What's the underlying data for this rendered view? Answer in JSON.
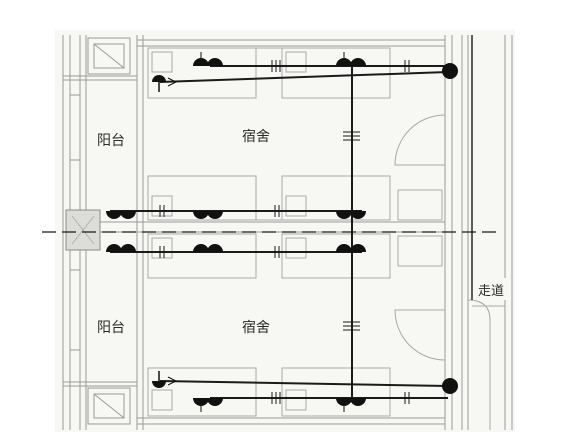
{
  "labels": {
    "balcony_top": "阳台",
    "dorm_top": "宿舍",
    "balcony_bottom": "阳台",
    "dorm_bottom": "宿舍",
    "corridor": "走道"
  },
  "colors": {
    "paper": "#f7f7f4",
    "wall_line": "#9a9a9a",
    "wire": "#1a1a1a",
    "fixture": "#111111"
  }
}
